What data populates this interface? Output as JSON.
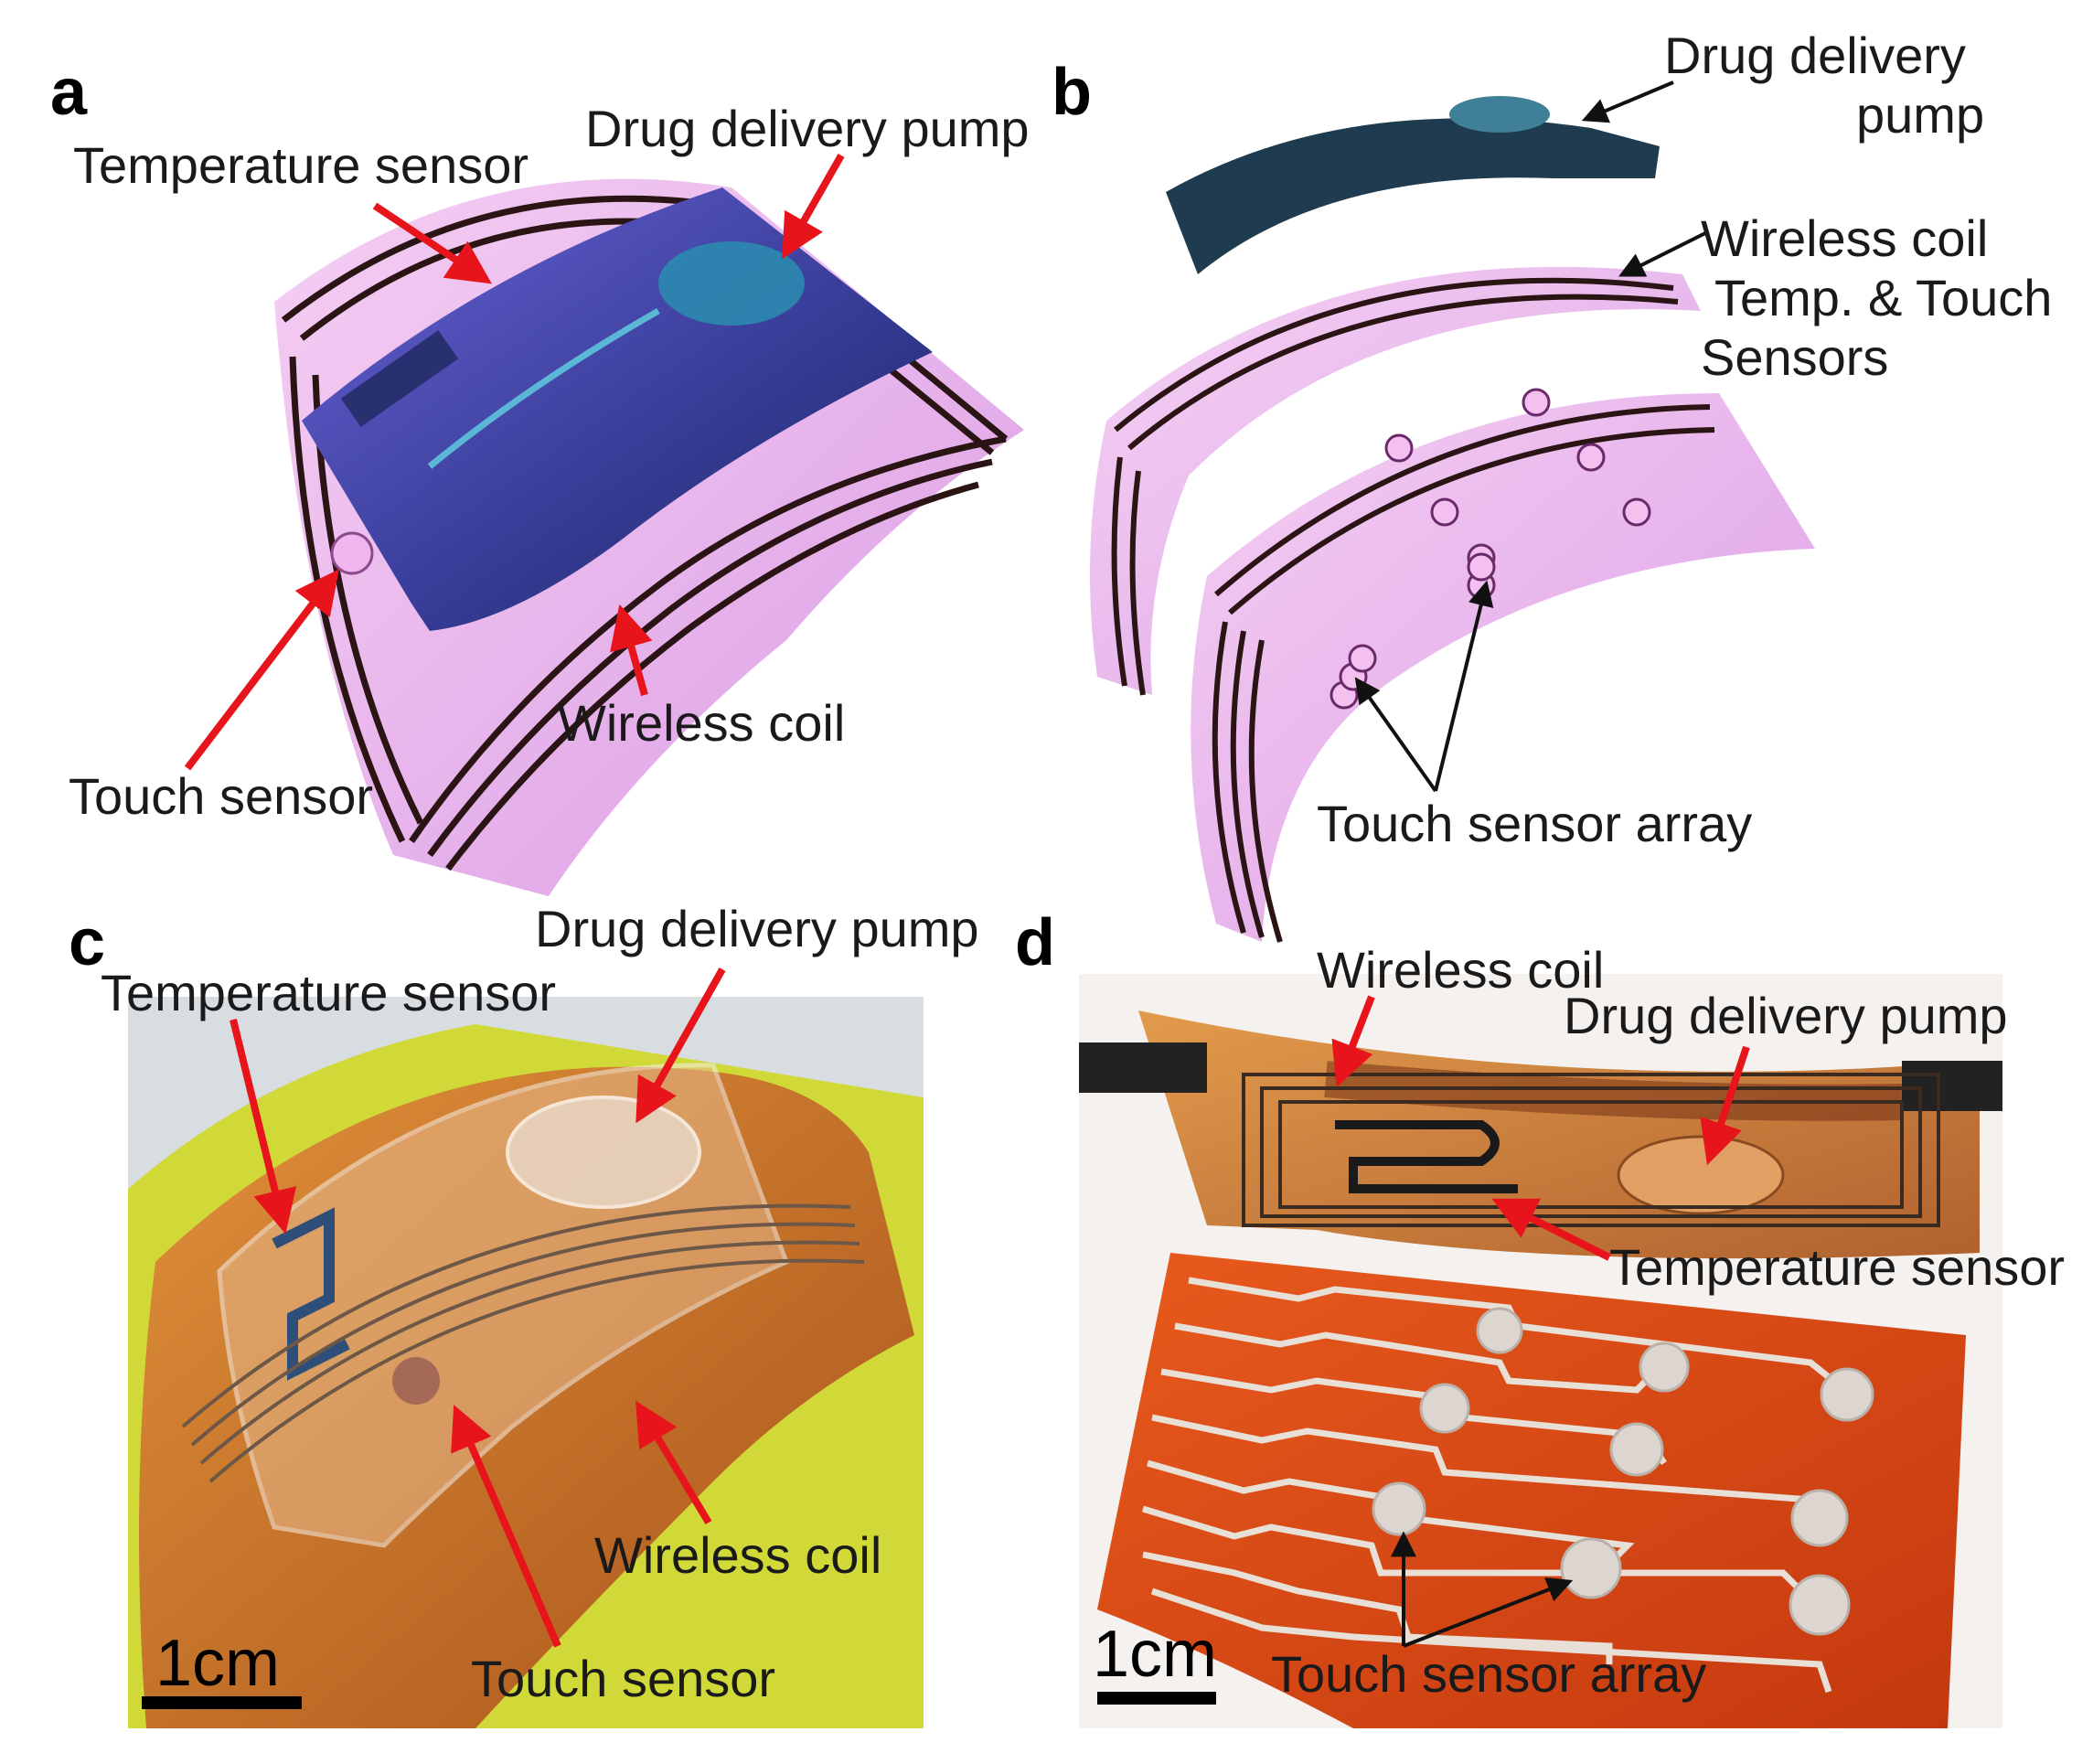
{
  "colors": {
    "arrow_red": "#e8141b",
    "arrow_black": "#111111",
    "film_pink": "#e7a6e6",
    "pump_blue": "#3b3fa0",
    "kapton_orange": "#c8691e",
    "substrate_red": "#d9421a",
    "background_yellow": "#cfd826"
  },
  "panels": {
    "a": {
      "letter": "a",
      "labels": {
        "temperature": "Temperature sensor",
        "pump": "Drug delivery pump",
        "coil": "Wireless coil",
        "touch": "Touch sensor"
      }
    },
    "b": {
      "letter": "b",
      "labels": {
        "pump_line1": "Drug delivery",
        "pump_line2": "pump",
        "coil": "Wireless coil",
        "sensors_line1": "Temp. & Touch",
        "sensors_line2": "Sensors",
        "array": "Touch sensor array"
      }
    },
    "c": {
      "letter": "c",
      "labels": {
        "pump": "Drug delivery pump",
        "temperature": "Temperature sensor",
        "coil": "Wireless coil",
        "touch": "Touch sensor"
      },
      "scale": "1cm"
    },
    "d": {
      "letter": "d",
      "labels": {
        "coil": "Wireless coil",
        "pump": "Drug delivery pump",
        "temperature": "Temperature sensor",
        "array": "Touch sensor array"
      },
      "scale": "1cm"
    }
  }
}
